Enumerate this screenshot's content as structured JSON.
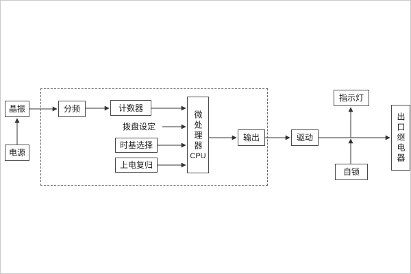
{
  "diagram": {
    "title": "timer-relay-block-diagram",
    "nodes": {
      "crystal": "晶振",
      "power": "电源",
      "divider": "分频",
      "counter": "计数器",
      "dial_setting": "拨盘设定",
      "timebase_select": "时基选择",
      "power_on_reset": "上电复归",
      "cpu_cn": "微处理器",
      "cpu_en": "CPU",
      "output": "输出",
      "drive": "驱动",
      "indicator_lamp": "指示灯",
      "self_lock": "自锁",
      "outlet_relay": "出口继电器"
    },
    "colors": {
      "line": "#333333",
      "box_border": "#4a4a4a",
      "background": "#ffffff",
      "dashed_frame": "#666666"
    }
  }
}
